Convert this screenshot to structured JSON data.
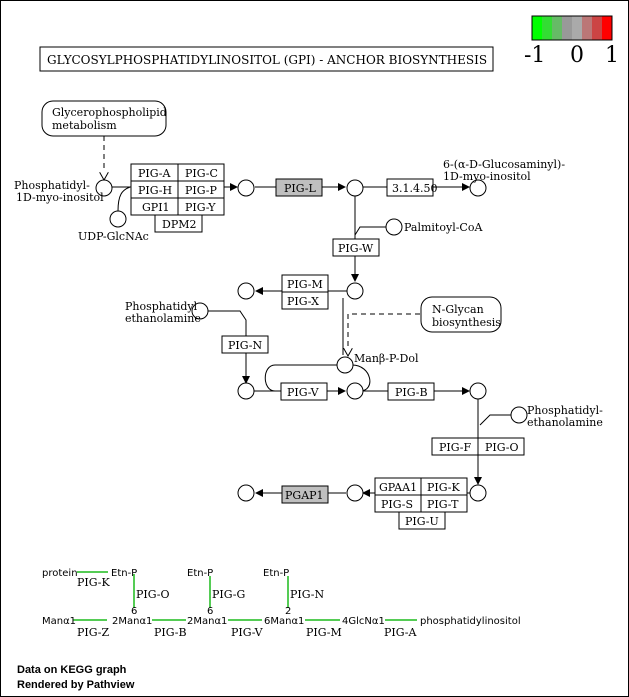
{
  "title": "GLYCOSYLPHOSPHATIDYLINOSITOL (GPI) - ANCHOR BIOSYNTHESIS",
  "legend": {
    "labels": [
      "-1",
      "0",
      "1"
    ],
    "colors": [
      "#00ff00",
      "#33dd33",
      "#66bb66",
      "#999999",
      "#aaaaaa",
      "#bb7777",
      "#cc4444",
      "#ff0000"
    ]
  },
  "compounds": {
    "gp_metabolism": [
      "Glycerophospholipid",
      "metabolism"
    ],
    "pi": [
      "Phosphatidyl-",
      "1D-myo-inositol"
    ],
    "udp_glcnac": "UDP-GlcNAc",
    "glucosaminyl": [
      "6-(α-D-Glucosaminyl)-",
      "1D-myo-inositol"
    ],
    "palmitoyl": "Palmitoyl-CoA",
    "pe1": [
      "Phosphatidyl",
      "ethanolamine"
    ],
    "nglycan": [
      "N-Glycan",
      "biosynthesis"
    ],
    "man_p_dol": "Manβ-P-Dol",
    "pe2": [
      "Phosphatidyl-",
      "ethanolamine"
    ]
  },
  "genes": {
    "pig_a": "PIG-A",
    "pig_c": "PIG-C",
    "pig_h": "PIG-H",
    "pig_p": "PIG-P",
    "gpi1": "GPI1",
    "pig_y": "PIG-Y",
    "dpm2": "DPM2",
    "pig_l": "PIG-L",
    "ec": "3.1.4.50",
    "pig_w": "PIG-W",
    "pig_m": "PIG-M",
    "pig_x": "PIG-X",
    "pig_n": "PIG-N",
    "pig_v": "PIG-V",
    "pig_b": "PIG-B",
    "pig_f": "PIG-F",
    "pig_o": "PIG-O",
    "gpaa1": "GPAA1",
    "pig_k": "PIG-K",
    "pig_s": "PIG-S",
    "pig_t": "PIG-T",
    "pig_u": "PIG-U",
    "pgap1": "PGAP1"
  },
  "structure": {
    "protein": "protein",
    "etn_p": "Etn-P",
    "pig_k": "PIG-K",
    "pig_o": "PIG-O",
    "pig_g": "PIG-G",
    "pig_n": "PIG-N",
    "man1": "Manα1",
    "man2": "2Manα1",
    "man3": "2Manα1",
    "man4": "6Manα1",
    "glcn": "4GlcNα1",
    "pi": "phosphatidylinositol",
    "six": "6",
    "two": "2",
    "pig_z": "PIG-Z",
    "pig_b": "PIG-B",
    "pig_v": "PIG-V",
    "pig_m": "PIG-M",
    "pig_a": "PIG-A"
  },
  "footer": {
    "line1": "Data on KEGG graph",
    "line2": "Rendered by Pathview"
  }
}
